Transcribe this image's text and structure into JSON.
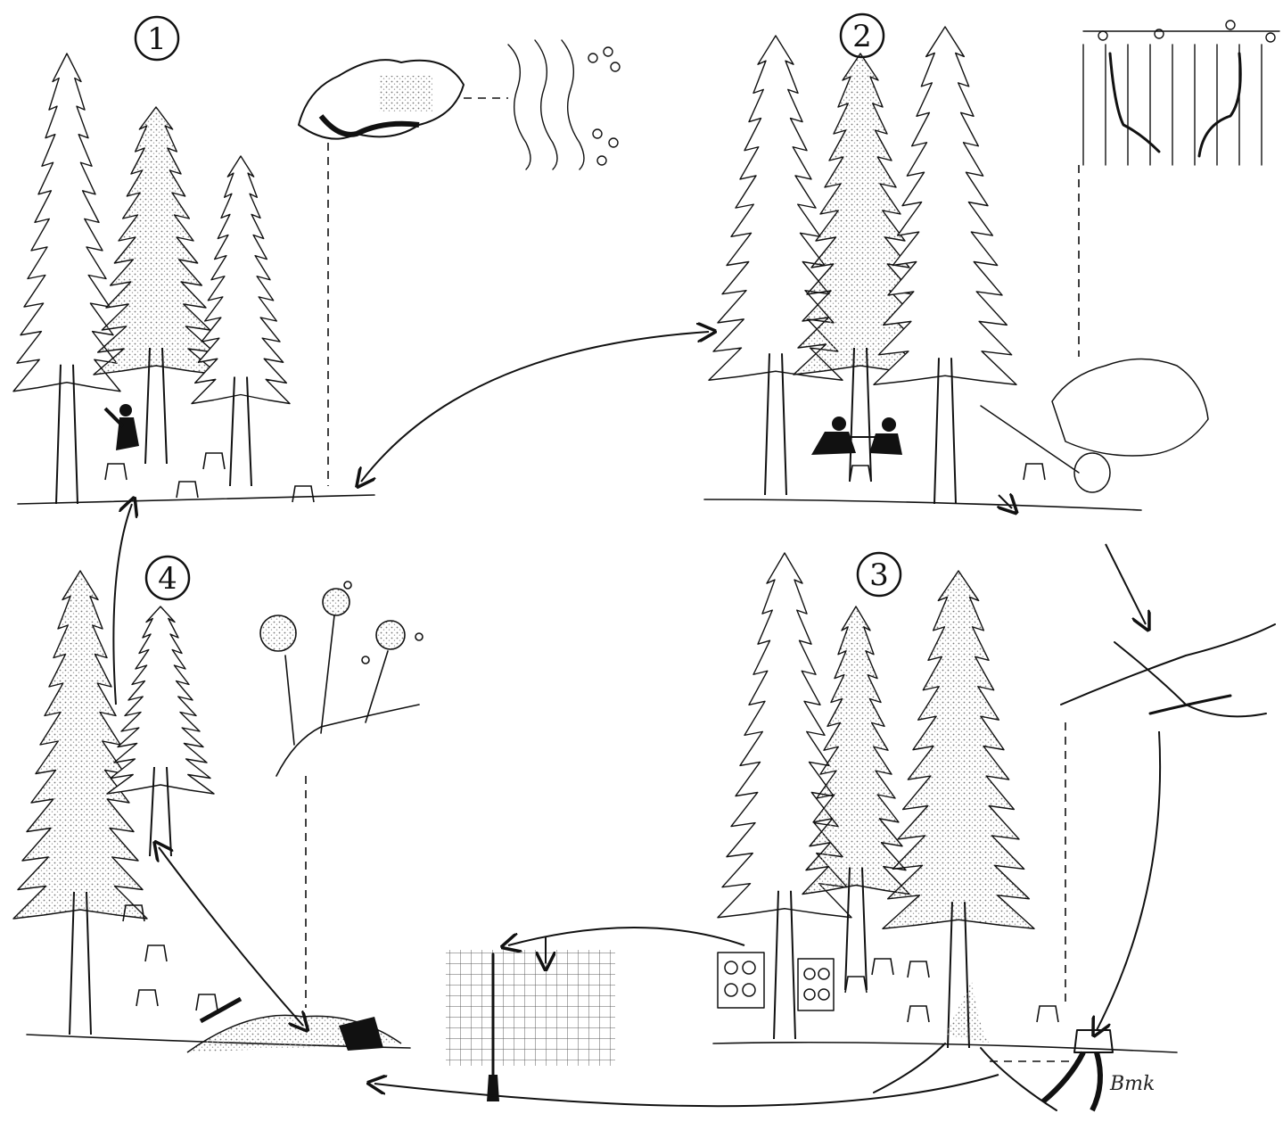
{
  "stages": [
    {
      "id": "stage-1",
      "label": "1"
    },
    {
      "id": "stage-2",
      "label": "2"
    },
    {
      "id": "stage-3",
      "label": "3"
    },
    {
      "id": "stage-4",
      "label": "4"
    }
  ],
  "signature": "Bmk",
  "colors": {
    "ink": "#111111",
    "paper": "#ffffff",
    "stipple": "#777777"
  }
}
